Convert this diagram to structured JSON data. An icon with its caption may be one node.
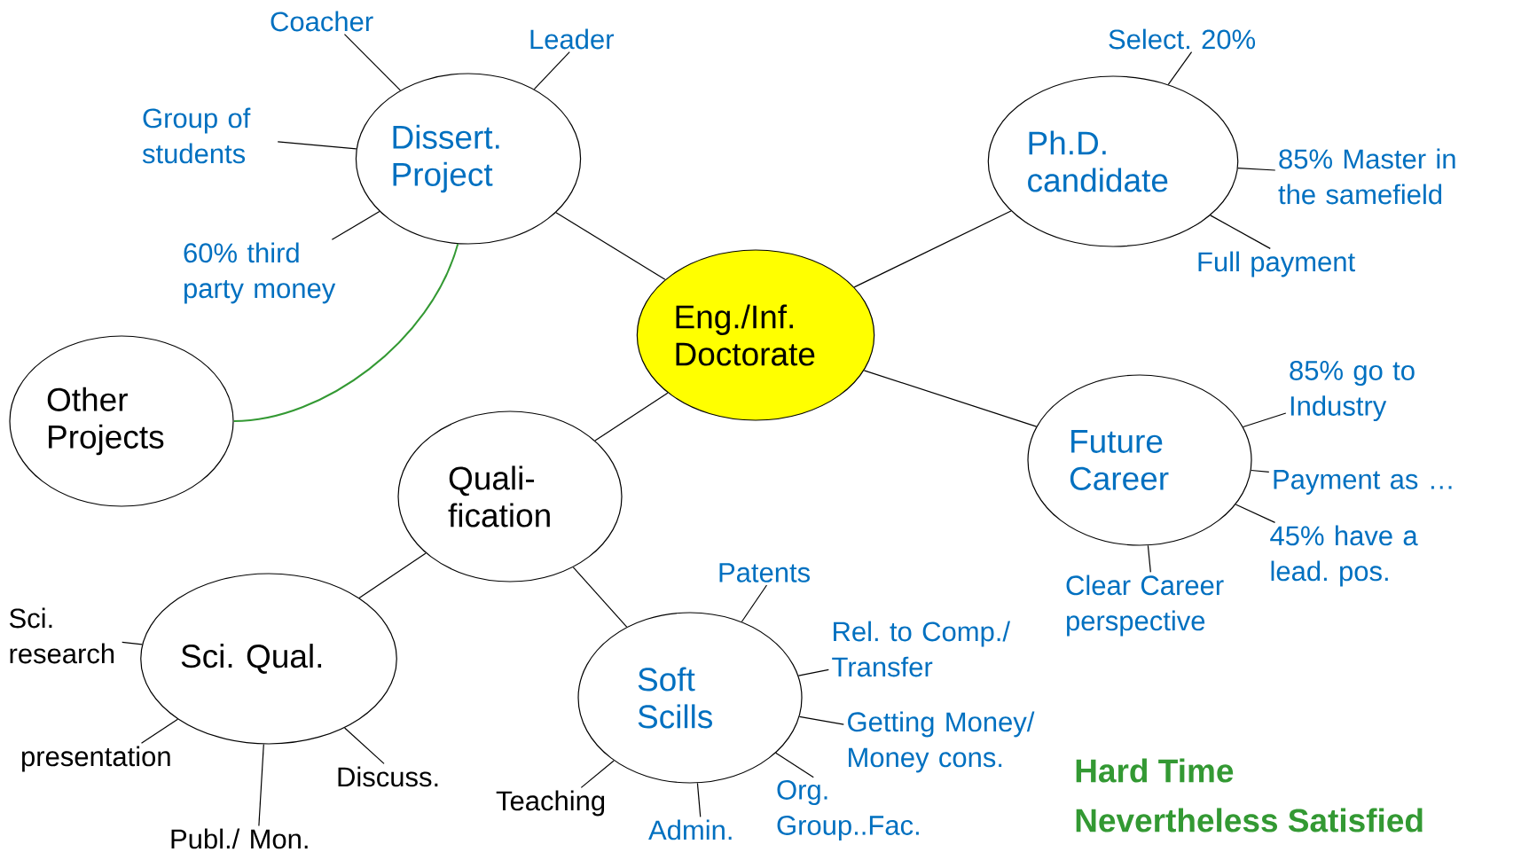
{
  "diagram": {
    "nodes": [
      {
        "text": [
          "Dissert. Project"
        ]
      },
      {
        "text": [
          "Ph.D. candidate"
        ]
      },
      {
        "text": [
          "Eng./Inf. Doctorate"
        ]
      },
      {
        "text": [
          "Other Projects"
        ]
      },
      {
        "text": [
          "Quali- fication"
        ]
      },
      {
        "text": [
          "Future Career"
        ]
      },
      {
        "text": [
          "Sci. Qual."
        ]
      },
      {
        "text": [
          "Soft Scills"
        ]
      },
      {
        "text": [
          "Coacher"
        ]
      },
      {
        "text": [
          "Leader"
        ]
      },
      {
        "text": [
          "Group of students"
        ]
      },
      {
        "text": [
          "60% third party money"
        ]
      },
      {
        "text": [
          "Select. 20%"
        ]
      },
      {
        "text": [
          "85% Master in the samefield"
        ]
      },
      {
        "text": [
          "Full payment"
        ]
      },
      {
        "text": [
          "85% go to Industry"
        ]
      },
      {
        "text": [
          "Payment as …"
        ]
      },
      {
        "text": [
          "45% have a lead. pos."
        ]
      },
      {
        "text": [
          "Clear Career perspective"
        ]
      },
      {
        "text": [
          "Patents"
        ]
      },
      {
        "text": [
          "Rel. to Comp./ Transfer"
        ]
      },
      {
        "text": [
          "Getting Money/ Money cons."
        ]
      },
      {
        "text": [
          "Org. Group..Fac."
        ]
      },
      {
        "text": [
          "Admin."
        ]
      },
      {
        "text": [
          "Teaching"
        ]
      },
      {
        "text": [
          "Sci. research"
        ]
      },
      {
        "text": [
          "presentation"
        ]
      },
      {
        "text": [
          "Publ./ Mon."
        ]
      },
      {
        "text": [
          "Discuss."
        ]
      }
    ],
    "edges": [
      {
        "from": 2,
        "to": 0,
        "arrow": "none"
      },
      {
        "from": 2,
        "to": 1,
        "arrow": "none"
      },
      {
        "from": 2,
        "to": 4,
        "arrow": "none"
      },
      {
        "from": 2,
        "to": 5,
        "arrow": "none"
      },
      {
        "from": 4,
        "to": 6,
        "arrow": "none"
      },
      {
        "from": 4,
        "to": 7,
        "arrow": "none"
      },
      {
        "from": 0,
        "to": 3,
        "arrow": "none",
        "color": "#339933"
      },
      {
        "from": 0,
        "to": 8,
        "arrow": "none"
      },
      {
        "from": 0,
        "to": 9,
        "arrow": "none"
      },
      {
        "from": 0,
        "to": 10,
        "arrow": "none"
      },
      {
        "from": 0,
        "to": 11,
        "arrow": "none"
      },
      {
        "from": 1,
        "to": 12,
        "arrow": "none"
      },
      {
        "from": 1,
        "to": 13,
        "arrow": "none"
      },
      {
        "from": 1,
        "to": 14,
        "arrow": "none"
      },
      {
        "from": 5,
        "to": 15,
        "arrow": "none"
      },
      {
        "from": 5,
        "to": 16,
        "arrow": "none"
      },
      {
        "from": 5,
        "to": 17,
        "arrow": "none"
      },
      {
        "from": 5,
        "to": 18,
        "arrow": "none"
      },
      {
        "from": 7,
        "to": 19,
        "arrow": "none"
      },
      {
        "from": 7,
        "to": 20,
        "arrow": "none"
      },
      {
        "from": 7,
        "to": 21,
        "arrow": "none"
      },
      {
        "from": 7,
        "to": 22,
        "arrow": "none"
      },
      {
        "from": 7,
        "to": 23,
        "arrow": "none"
      },
      {
        "from": 7,
        "to": 24,
        "arrow": "none"
      },
      {
        "from": 6,
        "to": 25,
        "arrow": "none"
      },
      {
        "from": 6,
        "to": 26,
        "arrow": "none"
      },
      {
        "from": 6,
        "to": 27,
        "arrow": "none"
      },
      {
        "from": 6,
        "to": 28,
        "arrow": "none"
      }
    ],
    "labels": [
      "Hard Time",
      "Nevertheless Satisfied"
    ]
  }
}
